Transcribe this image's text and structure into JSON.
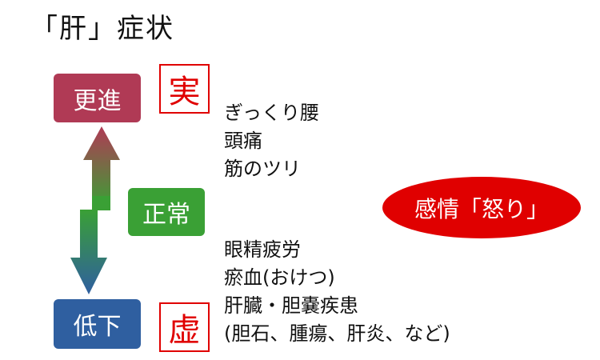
{
  "title": "「肝」症状",
  "states": {
    "increase": "更進",
    "normal": "正常",
    "decrease": "低下"
  },
  "stamps": {
    "excess": "実",
    "deficiency": "虚"
  },
  "symptoms_excess": [
    "ぎっくり腰",
    "頭痛",
    "筋のツリ"
  ],
  "symptoms_deficiency": [
    "眼精疲労",
    "瘀血(おけつ)",
    "肝臓・胆嚢疾患",
    "(胆石、腫瘍、肝炎、など)"
  ],
  "emotion": "感情「怒り」",
  "colors": {
    "increase": "#b03a55",
    "normal": "#3aa035",
    "decrease": "#2f5fa0",
    "accent": "#e00000"
  }
}
